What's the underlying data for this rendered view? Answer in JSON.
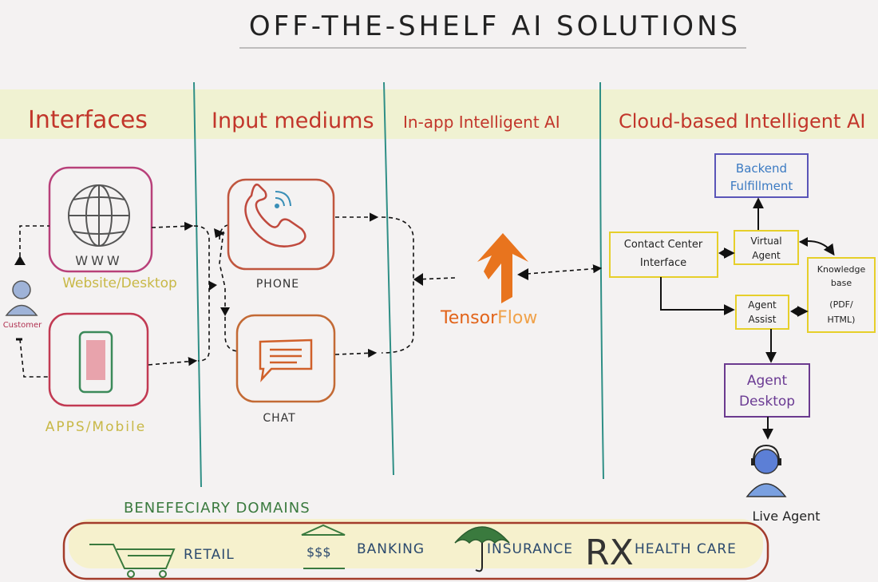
{
  "title": "OFF-THE-SHELF AI SOLUTIONS",
  "columns": {
    "interfaces": "Interfaces",
    "input_mediums": "Input mediums",
    "in_app_ai": "In-app Intelligent AI",
    "cloud_ai": "Cloud-based Intelligent AI"
  },
  "interfaces": {
    "website": {
      "label": "Website/Desktop",
      "screen_text": "WWW"
    },
    "apps": {
      "label": "APPS/Mobile"
    },
    "customer": "Customer"
  },
  "inputs": {
    "phone": "PHONE",
    "chat": "CHAT"
  },
  "in_app": {
    "tensorflow_a": "Tensor",
    "tensorflow_b": "Flow"
  },
  "cloud": {
    "backend_1": "Backend",
    "backend_2": "Fulfillment",
    "contact_1": "Contact Center",
    "contact_2": "Interface",
    "virtual_1": "Virtual",
    "virtual_2": "Agent",
    "knowledge_1": "Knowledge",
    "knowledge_2": "base",
    "knowledge_3": "(PDF/",
    "knowledge_4": "HTML)",
    "assist_1": "Agent",
    "assist_2": "Assist",
    "desktop_1": "Agent",
    "desktop_2": "Desktop",
    "live_agent": "Live Agent"
  },
  "domains": {
    "heading": "BENEFECIARY DOMAINS",
    "retail": "RETAIL",
    "banking": "BANKING",
    "banking_symbol": "$$$",
    "insurance": "INSURANCE",
    "health": "HEALTH CARE",
    "health_symbol": "RX"
  },
  "colors": {
    "title": "#222222",
    "headings": "#c2362b",
    "dividers": "#2f8f86",
    "website_box": "#b8407a",
    "apps_box": "#c23a53",
    "phone_box": "#c0563e",
    "chat_box": "#c36a35",
    "tensorflow": "#e8741e",
    "backend_box": "#5a55b8",
    "yellow_box": "#e6cf2a",
    "desktop_box": "#6b3a8f",
    "domains_green": "#3a7a3e",
    "domains_border": "#a33c2b",
    "highlight": "#e9efb3"
  }
}
